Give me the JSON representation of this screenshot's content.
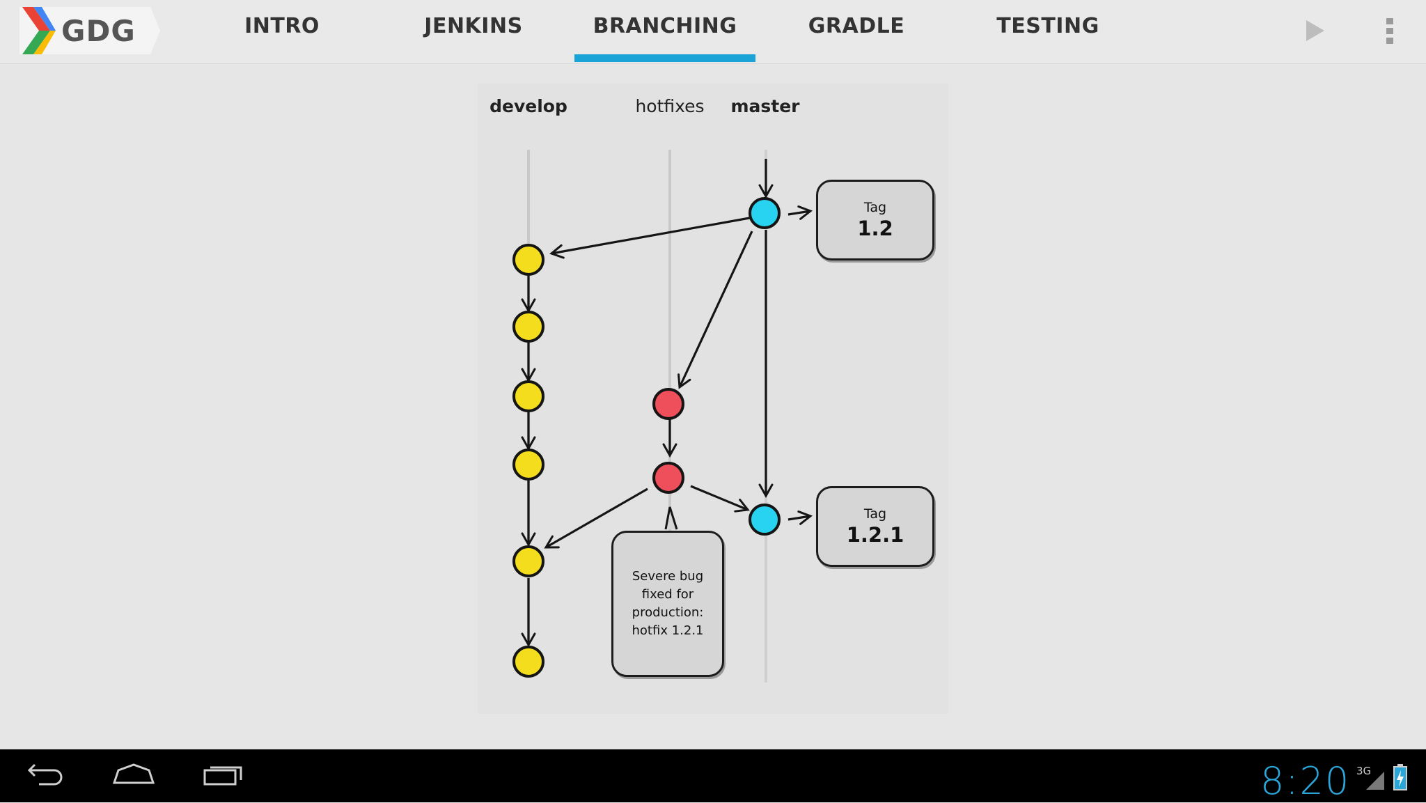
{
  "app": {
    "logo_text": "GDG"
  },
  "tabs": [
    {
      "label": "INTRO",
      "selected": false
    },
    {
      "label": "JENKINS",
      "selected": false
    },
    {
      "label": "BRANCHING",
      "selected": true
    },
    {
      "label": "GRADLE",
      "selected": false
    },
    {
      "label": "TESTING",
      "selected": false
    }
  ],
  "actions": {
    "play_icon": "play-icon",
    "overflow_icon": "overflow-menu-icon"
  },
  "diagram": {
    "branches": {
      "develop": "develop",
      "hotfixes": "hotfixes",
      "master": "master"
    },
    "tag_1": {
      "small": "Tag",
      "version": "1.2"
    },
    "tag_2": {
      "small": "Tag",
      "version": "1.2.1"
    },
    "note": "Severe bug fixed for production: hotfix 1.2.1",
    "colors": {
      "develop": "#f4dd1c",
      "hotfix": "#ef4f5a",
      "master": "#27d3f0",
      "accent": "#1aa3d7"
    }
  },
  "system_bar": {
    "time": "8:20",
    "network": "3G",
    "nav": [
      "back-icon",
      "home-icon",
      "recent-apps-icon"
    ]
  }
}
